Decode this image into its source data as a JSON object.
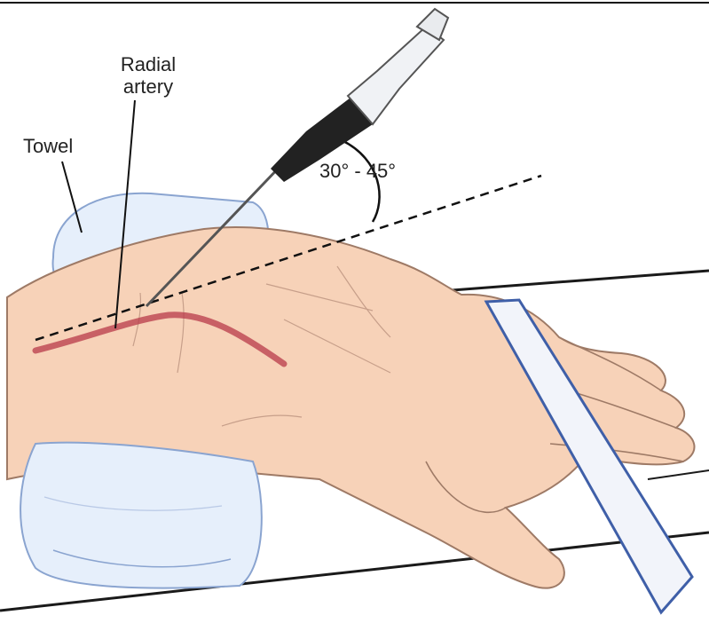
{
  "labels": {
    "radial_artery_line1": "Radial",
    "radial_artery_line2": "artery",
    "towel": "Towel",
    "angle": "30° - 45°"
  },
  "colors": {
    "skin": "#f7d2b8",
    "skin_outline": "#9e7a66",
    "towel": "#e4eefb",
    "towel_outline": "#8aa4d0",
    "artery": "#b83a4a",
    "needle_hub": "#222222",
    "strap_fill": "#f2f4fa",
    "strap_edge": "#3f5fa8",
    "board_line": "#1a1a1a"
  }
}
